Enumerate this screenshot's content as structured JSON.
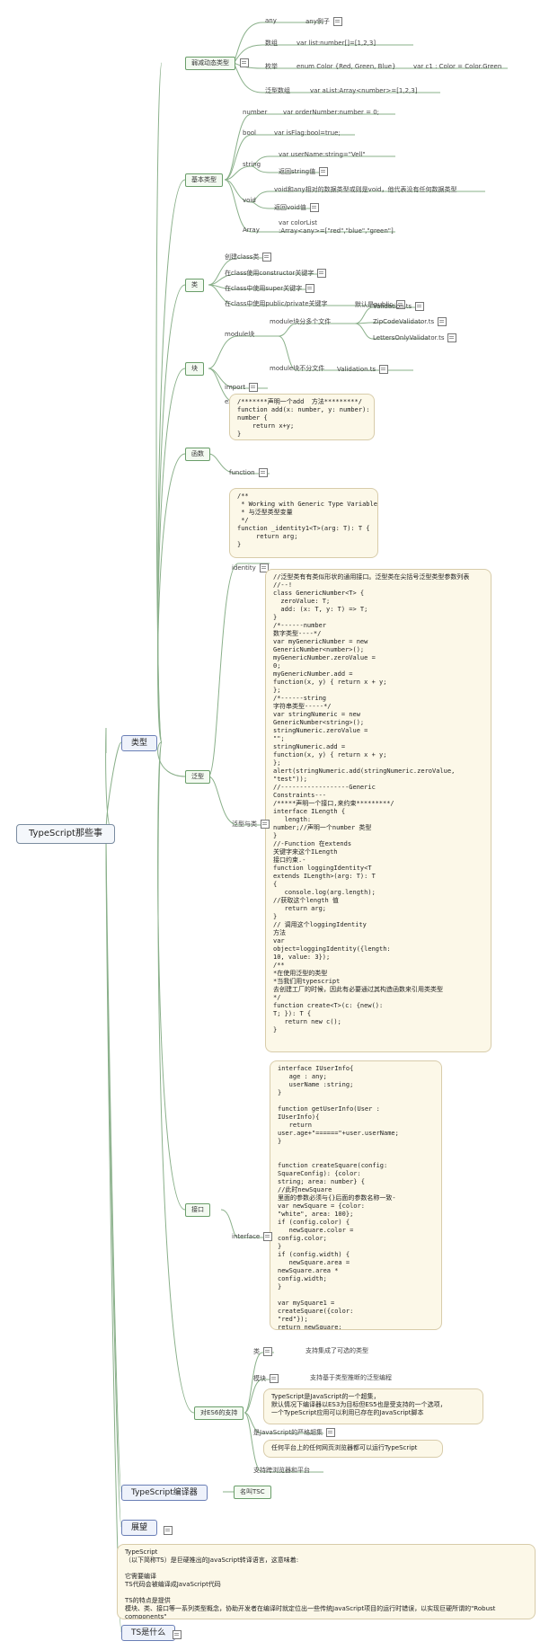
{
  "root": {
    "label": "TypeScript那些事"
  },
  "main_branches": {
    "types": "类型",
    "compiler": "TypeScript编译器",
    "outlook": "展望",
    "what": "TS是什么"
  },
  "compiler_child": "名叫TSC",
  "types_children": {
    "advanced": "弱减动态类型",
    "basic": "基本类型",
    "class": "类",
    "module": "块",
    "function": "函数",
    "generic": "泛型",
    "interface": "接口",
    "es6": "对ES6的支持"
  },
  "advanced": {
    "any": "any",
    "any_desc": "any例子",
    "array": "数组",
    "array_desc": "var list:number[]=[1,2,3]",
    "enum": "枚举",
    "enum_desc": "enum Color {Red, Green, Blue}",
    "enum_desc2": "var c1 : Color = Color.Green",
    "generic_array": "泛型数组",
    "generic_array_desc": "var aList:Array<number>=[1,2,3]"
  },
  "basic": {
    "number": "number",
    "number_desc": "var orderNumber:number = 0;",
    "bool": "bool",
    "bool_desc": "var isFlag:bool=true;",
    "string": "string",
    "string_desc1": "var userName:string=\"Vell\"",
    "string_desc2": "返回string值",
    "void": "void",
    "void_desc1": "void和any相对的数据类型或则是void，他代表没有任何数据类型",
    "void_desc2": "返回void值",
    "array": "Array",
    "array_desc": "var colorList\n:Array<any>=[\"red\",\"blue\",\"green\"]"
  },
  "class": {
    "items": [
      "创建class类",
      "在class使用constructor关键字",
      "在class中使用super关键字",
      "在class中使用public/private关键字"
    ],
    "public_note": "默认是public"
  },
  "module": {
    "label": "module块",
    "multi": "module块分多个文件",
    "files": [
      "Validation.ts",
      "ZipCodeValidator.ts",
      "LettersOnlyValidator.ts"
    ],
    "single": "module块不分文件",
    "single_file": "Validation.ts",
    "import": "import",
    "export": "export"
  },
  "function": {
    "code": "/*******声明一个add  方法*********/\nfunction add(x: number, y: number):\nnumber {\n    return x+y;\n}",
    "label": "function"
  },
  "generic": {
    "identity": "identity",
    "identity_code": "/**\n * Working with Generic Type Variables\n * 与泛型类型变量\n */\nfunction _identity1<T>(arg: T): T {\n     return arg;\n}",
    "and_class": "泛型与类",
    "class_code": "//泛型类有有类似形状的通用接口。泛型类在尖括号泛型类型参数列表\n//--!\nclass GenericNumber<T> {\n  zeroValue: T;\n  add: (x: T, y: T) => T;\n}\n/*------number\n数字类型----*/\nvar myGenericNumber = new\nGenericNumber<number>();\nmyGenericNumber.zeroValue =\n0;\nmyGenericNumber.add =\nfunction(x, y) { return x + y;\n};\n/*------string\n字符串类型-----*/\nvar stringNumeric = new\nGenericNumber<string>();\nstringNumeric.zeroValue =\n\"\";\nstringNumeric.add =\nfunction(x, y) { return x + y;\n};\nalert(stringNumeric.add(stringNumeric.zeroValue,\n\"test\"));\n//------------------Generic\nConstraints---\n/*****声明一个接口,来约束*********/\ninterface ILength {\n   length:\nnumber;//声明一个number 类型\n}\n//-Function 在extends\n关键字来这个ILength\n接口约束.-\nfunction loggingIdentity<T\nextends ILength>(arg: T): T\n{\n   console.log(arg.length);\n//获取这个length 值\n   return arg;\n}\n// 调用这个loggingIdentity\n方法\nvar\nobject=loggingIdentity({length:\n10, value: 3});\n/**\n*在使用泛型的类型\n*当我们用typescript\n去创建工厂的时候，因此有必要通过其构造函数来引用类类型\n*/\nfunction create<T>(c: {new():\nT; }): T {\n   return new c();\n}"
  },
  "interface": {
    "label": "interface",
    "code": "interface IUserInfo{\n   age : any;\n   userName :string;\n}\n\nfunction getUserInfo(User :\nIUserInfo){\n   return\nuser.age+\"======\"+user.userName;\n}\n\n\nfunction createSquare(config:\nSquareConfig): {color:\nstring; area: number} {\n//此时newSquare\n里面的参数必须与{}后面的参数名称一致-\nvar newSquare = {color:\n\"white\", area: 100};\nif (config.color) {\n   newSquare.color =\nconfig.color;\n}\nif (config.width) {\n   newSquare.area =\nnewSquare.area *\nconfig.width;\n}\n\nvar mySquare1 =\ncreateSquare({color:\n\"red\"});\nreturn newSquare;\n}"
  },
  "es6": {
    "class": "类",
    "class_desc": "支持集成了可选的类型",
    "module": "模块",
    "module_desc": "支持基于类型推断的泛型编程",
    "superset": "是JavaScript的严格超集",
    "superset_note": "TypeScript是JavaScript的一个超集，\n默认情况下编译器以ES3为目标但ES5也是受支持的一个选项，\n一个TypeScript应用可以利用已存在的JavaScript脚本",
    "platform": "支持跨浏览器和平台",
    "platform_note": "任何平台上的任何网页浏览器都可以运行TypeScript"
  },
  "what_note": "TypeScript\n（以下简称TS）是巨硬推出的JavaScript转译语言，这意味着:\n\n它需要编译\nTS代码会被编译成JavaScript代码\n\nTS的特点是提供\n模块、类、接口等一系列类型概念，协助开发者在编译时就定位出一些传统JavaScript项目的运行时错误，以实现巨硬所谓的\"Robust components\""
}
